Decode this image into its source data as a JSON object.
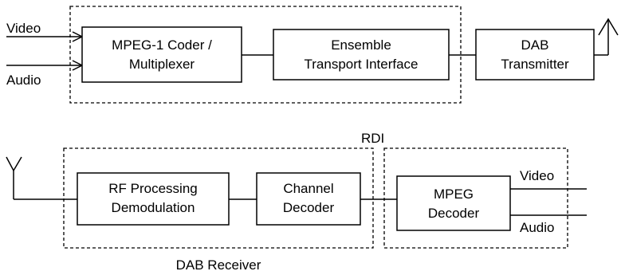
{
  "inputs": {
    "video": "Video",
    "audio": "Audio"
  },
  "blocks": {
    "coder": [
      "MPEG-1 Coder /",
      "Multiplexer"
    ],
    "eti": [
      "Ensemble",
      "Transport  Interface"
    ],
    "transmitter": [
      "DAB",
      "Transmitter"
    ],
    "rf": [
      "RF Processing",
      "Demodulation"
    ],
    "channel": [
      "Channel",
      "Decoder"
    ],
    "mpeg": [
      "MPEG",
      "Decoder"
    ]
  },
  "labels": {
    "rdi": "RDI",
    "receiver": "DAB Receiver"
  },
  "outputs": {
    "video": "Video",
    "audio": "Audio"
  }
}
